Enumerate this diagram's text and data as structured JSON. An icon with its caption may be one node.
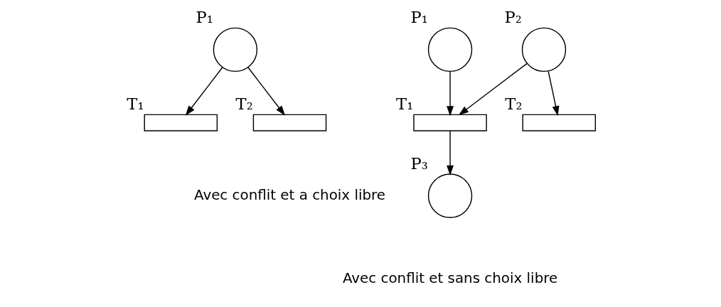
{
  "diagram": {
    "nodes": [
      {
        "text": [],
        "shape": "circle",
        "beside": [
          "P₁"
        ]
      },
      {
        "text": [],
        "shape": "box",
        "beside": [
          "T₁"
        ]
      },
      {
        "text": [],
        "shape": "box",
        "beside": [
          "T₂"
        ]
      },
      {
        "text": [],
        "shape": "circle",
        "beside": [
          "P₁"
        ]
      },
      {
        "text": [],
        "shape": "circle",
        "beside": [
          "P₂"
        ]
      },
      {
        "text": [],
        "shape": "box",
        "beside": [
          "T₁"
        ]
      },
      {
        "text": [],
        "shape": "box",
        "beside": [
          "T₂"
        ]
      },
      {
        "text": [],
        "shape": "circle",
        "beside": [
          "P₃"
        ]
      }
    ],
    "edges": [
      {
        "from": 0,
        "to": 1,
        "arrow": "to"
      },
      {
        "from": 0,
        "to": 2,
        "arrow": "to"
      },
      {
        "from": 3,
        "to": 5,
        "arrow": "to"
      },
      {
        "from": 4,
        "to": 5,
        "arrow": "to"
      },
      {
        "from": 4,
        "to": 6,
        "arrow": "to"
      },
      {
        "from": 5,
        "to": 7,
        "arrow": "to"
      }
    ],
    "labels": [
      "Avec conflit et a choix libre",
      "Avec conflit et sans choix libre"
    ]
  }
}
